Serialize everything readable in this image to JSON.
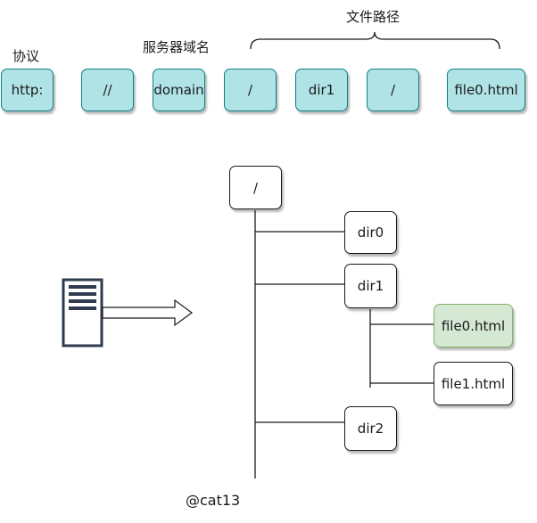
{
  "url_labels": {
    "protocol": "协议",
    "server_domain": "服务器域名",
    "file_path": "文件路径"
  },
  "url_parts": [
    "http:",
    "//",
    "domain",
    "/",
    "dir1",
    "/",
    "file0.html"
  ],
  "tree": {
    "root": "/",
    "dir0": "dir0",
    "dir1": "dir1",
    "file0": "file0.html",
    "file1": "file1.html",
    "dir2": "dir2"
  },
  "credit": "@cat13",
  "colors": {
    "url_part_fill": "#b0e3e6",
    "url_part_stroke": "#0e8088",
    "highlight_fill": "#d5e8d4",
    "highlight_stroke": "#82b366",
    "server_icon": "#2e3b4e"
  },
  "icons": [
    "server-icon",
    "arrow-right-icon",
    "curly-brace"
  ]
}
